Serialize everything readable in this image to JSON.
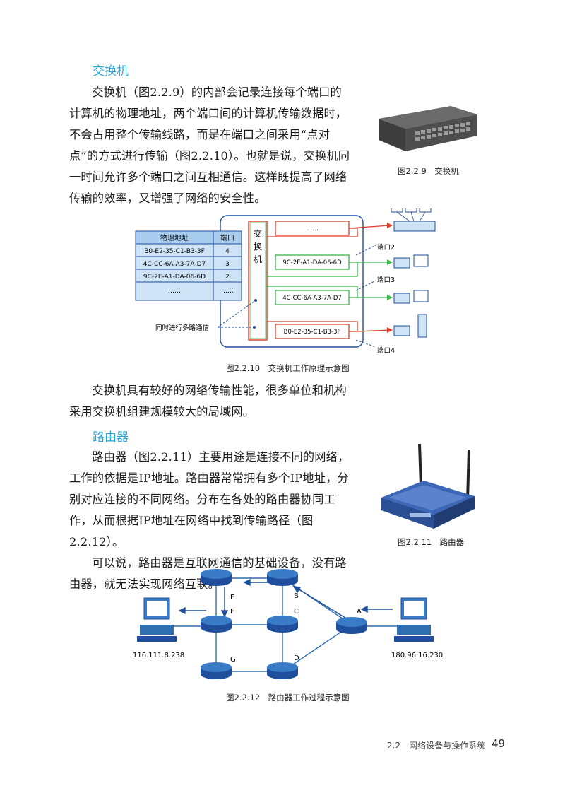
{
  "section_switch": {
    "heading": "交换机",
    "paragraph1": "交换机（图2.2.9）的内部会记录连接每个端口的计算机的物理地址，两个端口间的计算机传输数据时，不会占用整个传输线路，而是在端口之间采用“点对点”的方式进行传输（图2.2.10）。也就是说，交换机同一时间允许多个端口之间互相通信。这样既提高了网络传输的效率，又增强了网络的安全性。",
    "paragraph2": "交换机具有较好的网络传输性能，很多单位和机构采用交换机组建规模较大的局域网。",
    "photo_caption": "图2.2.9　交换机"
  },
  "switch_diagram": {
    "caption": "图2.2.10　交换机工作原理示意图",
    "table_header": [
      "物理地址",
      "端口"
    ],
    "table_rows": [
      [
        "B0-E2-35-C1-B3-3F",
        "4"
      ],
      [
        "4C-CC-6A-A3-7A-D7",
        "3"
      ],
      [
        "9C-2E-A1-DA-06-6D",
        "2"
      ],
      [
        "……",
        "……"
      ]
    ],
    "switch_chars": [
      "交",
      "换",
      "机"
    ],
    "boxes": [
      "……",
      "9C-2E-A1-DA-06-6D",
      "4C-CC-6A-A3-7A-D7",
      "B0-E2-35-C1-B3-3F"
    ],
    "port_labels": [
      "端口2",
      "端口3",
      "端口4"
    ],
    "callout": "同时进行多路通信"
  },
  "section_router": {
    "heading": "路由器",
    "paragraph1": "路由器（图2.2.11）主要用途是连接不同的网络，工作的依据是IP地址。路由器常常拥有多个IP地址，分别对应连接的不同网络。分布在各处的路由器协同工作，从而根据IP地址在网络中找到传输路径（图2.2.12）。",
    "paragraph2": "可以说，路由器是互联网通信的基础设备，没有路由器，就无法实现网络互联。",
    "photo_caption": "图2.2.11　路由器"
  },
  "router_diagram": {
    "caption": "图2.2.12　路由器工作过程示意图",
    "nodes": [
      "A",
      "B",
      "C",
      "D",
      "E",
      "F",
      "G"
    ],
    "left_ip": "116.111.8.238",
    "right_ip": "180.96.16.230"
  },
  "footer": {
    "section": "2.2　网络设备与操作系统",
    "page": "49"
  },
  "colors": {
    "heading": "#2aa7d8",
    "diagram_border": "#1f4e9c",
    "red_path": "#e03c2c",
    "green_path": "#3cb44b",
    "router_body": "#2f6fb0"
  }
}
